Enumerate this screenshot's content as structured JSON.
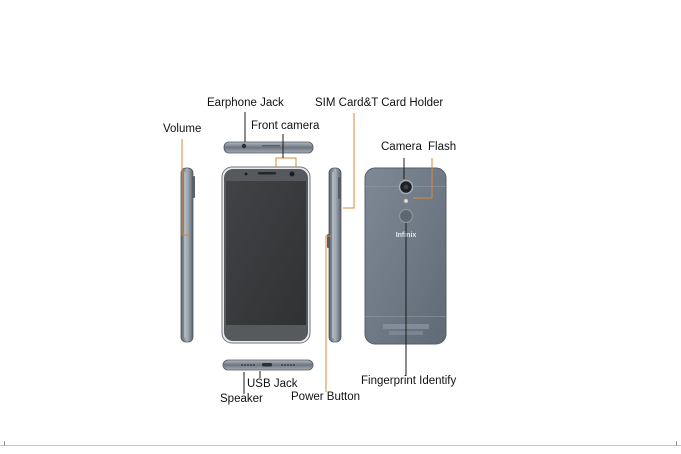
{
  "labels": {
    "earphone_jack": "Earphone Jack",
    "front_camera": "Front camera",
    "volume": "Volume",
    "sim_card_holder": "SIM Card&T Card Holder",
    "camera": "Camera",
    "flash": "Flash",
    "fingerprint": "Fingerprint Identify",
    "usb_jack": "USB Jack",
    "speaker": "Speaker",
    "power_button": "Power Button"
  },
  "brand_text": "Infinix",
  "colors": {
    "body_gray": "#6f7a86",
    "metal": "#9aa3ad",
    "screen": "#3a3c3f",
    "callout_orange": "#d98a3a"
  }
}
